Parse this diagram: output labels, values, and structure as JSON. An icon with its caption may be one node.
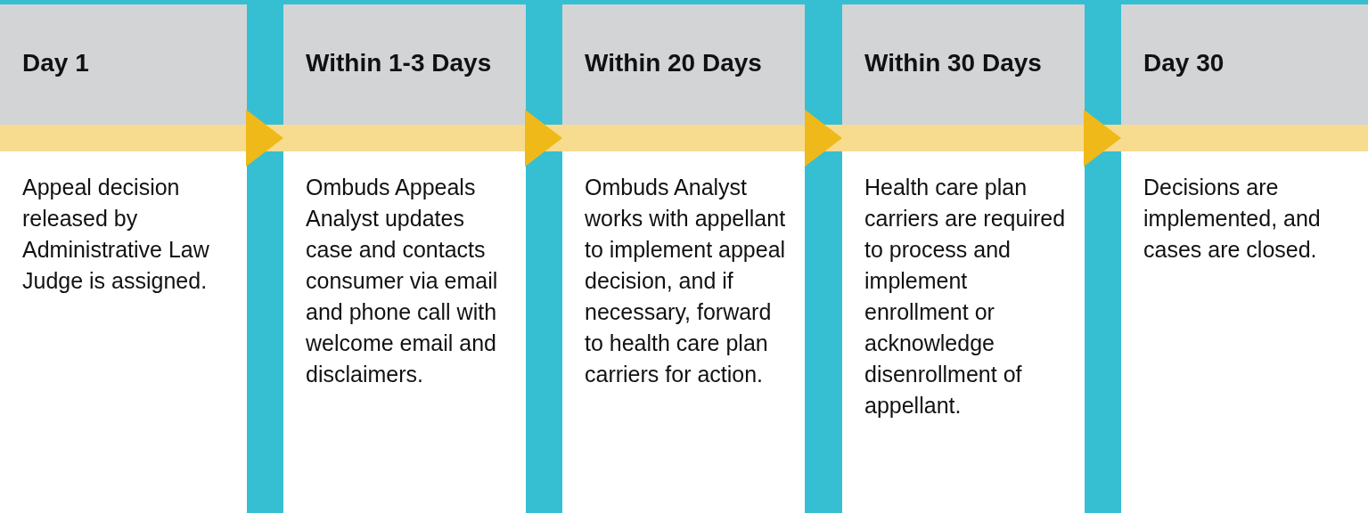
{
  "diagram": {
    "nodes": [
      {
        "text": [
          "Day 1",
          "Appeal decision released by Administrative Law Judge is assigned."
        ]
      },
      {
        "text": [
          "Within 1-3 Days",
          "Ombuds Appeals Analyst updates case and contacts consumer via email and phone call with welcome email and disclaimers."
        ]
      },
      {
        "text": [
          "Within 20 Days",
          "Ombuds Analyst works with appellant to implement appeal decision, and if necessary, forward to health care plan carriers for action."
        ]
      },
      {
        "text": [
          "Within 30 Days",
          "Health care plan carriers are required to process and implement enrollment or acknowledge disenrollment of appellant."
        ]
      },
      {
        "text": [
          "Day 30",
          "Decisions are implemented, and cases are closed."
        ]
      }
    ],
    "edges": [
      {
        "from": 0,
        "to": 1,
        "arrow": "to"
      },
      {
        "from": 1,
        "to": 2,
        "arrow": "to"
      },
      {
        "from": 2,
        "to": 3,
        "arrow": "to"
      },
      {
        "from": 3,
        "to": 4,
        "arrow": "to"
      }
    ]
  }
}
